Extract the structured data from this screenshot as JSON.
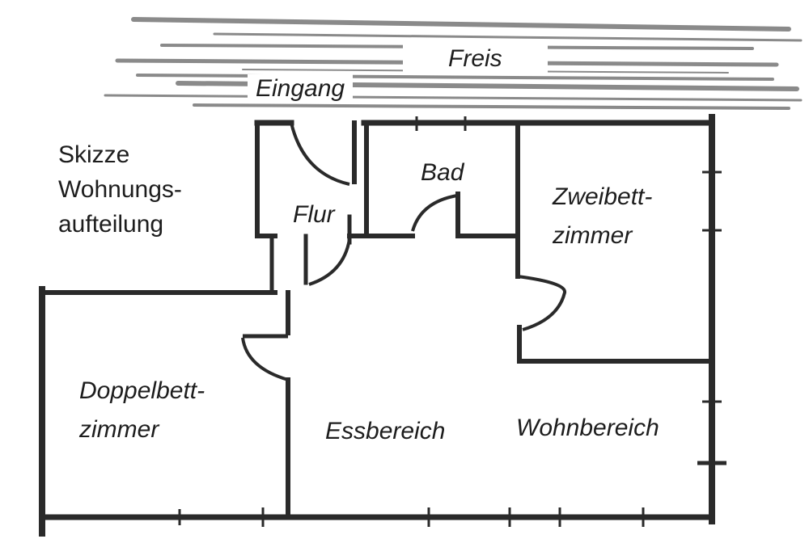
{
  "title_note": {
    "lines": [
      "Skizze",
      "Wohnungs-",
      "aufteilung"
    ]
  },
  "labels": {
    "freis": "Freis",
    "eingang": "Eingang",
    "flur": "Flur",
    "bad": "Bad",
    "zweibett": [
      "Zweibett-",
      "zimmer"
    ],
    "doppelbett": [
      "Doppelbett-",
      "zimmer"
    ],
    "essbereich": "Essbereich",
    "wohnbereich": "Wohnbereich"
  },
  "colors": {
    "wall": "#2a2a2a",
    "text": "#1d1d1d",
    "streak": "#7a7a7a"
  }
}
